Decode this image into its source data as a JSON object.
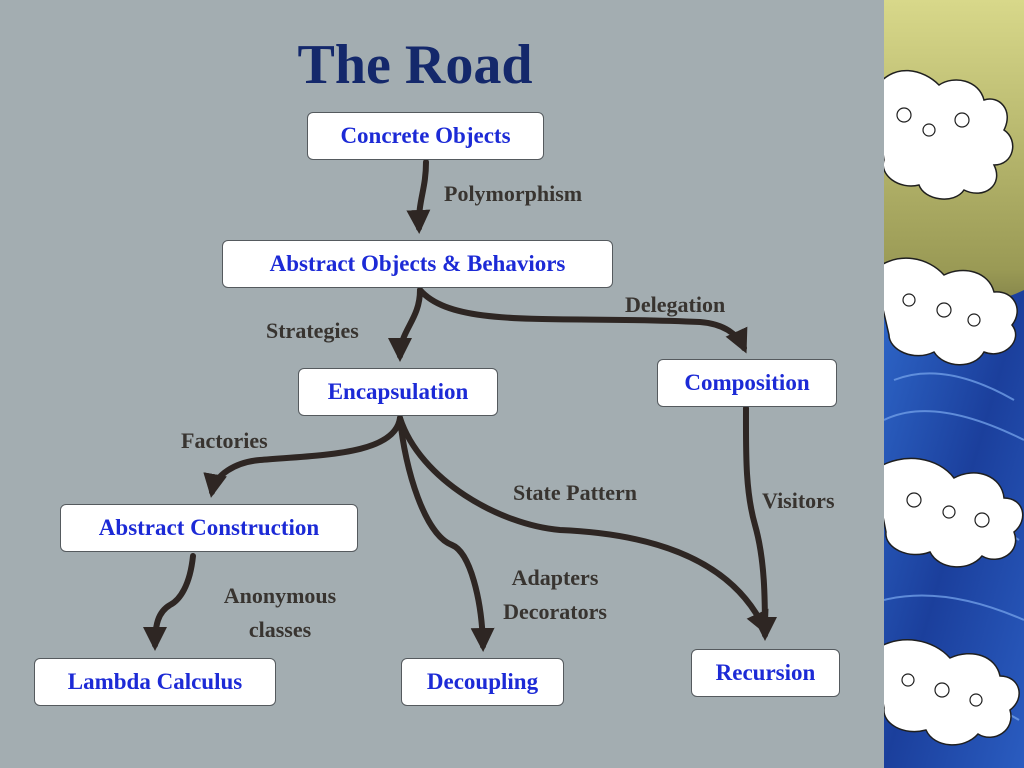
{
  "slide": {
    "title": "The Road",
    "colors": {
      "background": "#a3adb1",
      "title": "#14286b",
      "node_text": "#1c2ad6",
      "edge": "#2e2623",
      "edge_label": "#383430"
    }
  },
  "nodes": {
    "concrete_objects": "Concrete Objects",
    "abstract_objects_behaviors": "Abstract Objects & Behaviors",
    "encapsulation": "Encapsulation",
    "composition": "Composition",
    "abstract_construction": "Abstract Construction",
    "lambda_calculus": "Lambda Calculus",
    "decoupling": "Decoupling",
    "recursion": "Recursion"
  },
  "edge_labels": {
    "polymorphism": "Polymorphism",
    "delegation": "Delegation",
    "strategies": "Strategies",
    "factories": "Factories",
    "state_pattern": "State Pattern",
    "visitors": "Visitors",
    "adapters_decorators": [
      "Adapters",
      "Decorators"
    ],
    "anonymous_classes": [
      "Anonymous",
      "classes"
    ]
  },
  "decor": {
    "side_strip": "wave-illustration"
  }
}
